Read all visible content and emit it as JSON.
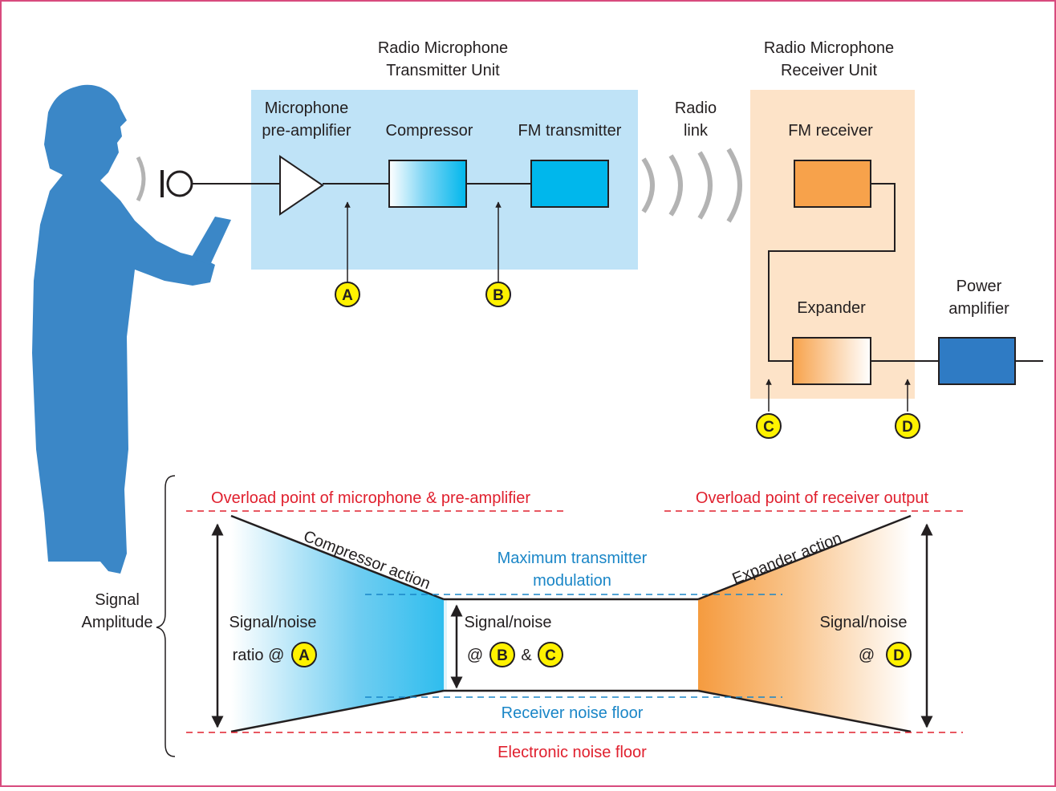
{
  "colors": {
    "border": "#d84a7e",
    "person": "#3b87c7",
    "transmitter_panel": "#bfe3f7",
    "receiver_panel": "#fde3c8",
    "cyan_block": "#00b7ec",
    "orange_block": "#f7a24b",
    "amp_block": "#2f7bc4",
    "badge": "#fff200",
    "red_line": "#e0202e",
    "blue_line": "#1a86c7"
  },
  "icons": {
    "person": "speaking-person-icon",
    "microphone": "microphone-icon",
    "preamp": "amplifier-triangle-icon"
  },
  "transmitter_unit": {
    "line1": "Radio Microphone",
    "line2": "Transmitter Unit"
  },
  "receiver_unit": {
    "line1": "Radio Microphone",
    "line2": "Receiver Unit"
  },
  "blocks": {
    "preamp": {
      "line1": "Microphone",
      "line2": "pre-amplifier"
    },
    "compressor": "Compressor",
    "fm_transmitter": "FM transmitter",
    "radio_link": {
      "line1": "Radio",
      "line2": "link"
    },
    "fm_receiver": "FM receiver",
    "expander": "Expander",
    "power_amp": {
      "line1": "Power",
      "line2": "amplifier"
    }
  },
  "points": [
    "A",
    "B",
    "C",
    "D"
  ],
  "lower": {
    "overload_mic": "Overload point of microphone & pre-amplifier",
    "overload_rx": "Overload point of receiver output",
    "max_mod": {
      "line1": "Maximum transmitter",
      "line2": "modulation"
    },
    "rx_noise": "Receiver noise floor",
    "electronic_noise": "Electronic noise floor",
    "compressor_action": "Compressor action",
    "expander_action": "Expander action",
    "signal_amplitude": {
      "line1": "Signal",
      "line2": "Amplitude"
    },
    "sn_left": {
      "line1": "Signal/noise",
      "line2": "ratio @",
      "badge": "A"
    },
    "sn_mid": {
      "line1": "Signal/noise",
      "line2": "@",
      "amp": "&",
      "badge1": "B",
      "badge2": "C"
    },
    "sn_right": {
      "line1": "Signal/noise",
      "line2": "@",
      "badge": "D"
    }
  }
}
